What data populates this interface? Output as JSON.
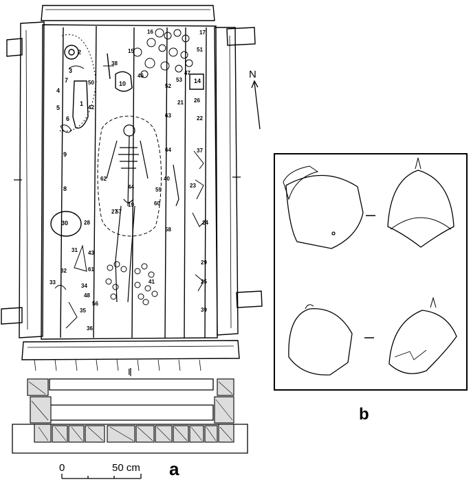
{
  "figure": {
    "panel_a_label": "a",
    "panel_b_label": "b",
    "north_label": "N",
    "scale": {
      "start_label": "0",
      "end_label": "50 cm"
    },
    "cross_section_marker": "I"
  },
  "find_numbers": [
    "1",
    "2",
    "3",
    "4",
    "5",
    "6",
    "7",
    "8",
    "9",
    "10",
    "14",
    "15",
    "16",
    "17",
    "19",
    "21",
    "22",
    "23",
    "24",
    "25",
    "26",
    "27",
    "28",
    "29",
    "30",
    "31",
    "32",
    "33",
    "34",
    "35",
    "36",
    "37",
    "38",
    "39",
    "40",
    "41",
    "42",
    "43",
    "44",
    "46",
    "47",
    "48",
    "50",
    "51",
    "52",
    "53",
    "56",
    "57",
    "58",
    "59",
    "60",
    "61",
    "62",
    "63",
    "64"
  ],
  "helmet_views": [
    "helmet-top-left",
    "helmet-top-right",
    "helmet-bottom-left",
    "helmet-bottom-right"
  ]
}
